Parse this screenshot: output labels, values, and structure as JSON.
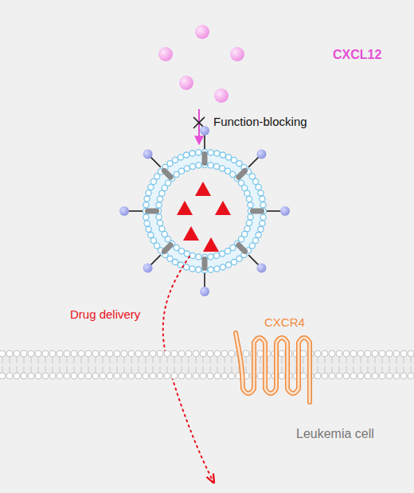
{
  "diagram": {
    "labels": [
      "CXCL12",
      "Function-blocking",
      "Drug delivery",
      "CXCR4",
      "Leukemia cell"
    ]
  }
}
